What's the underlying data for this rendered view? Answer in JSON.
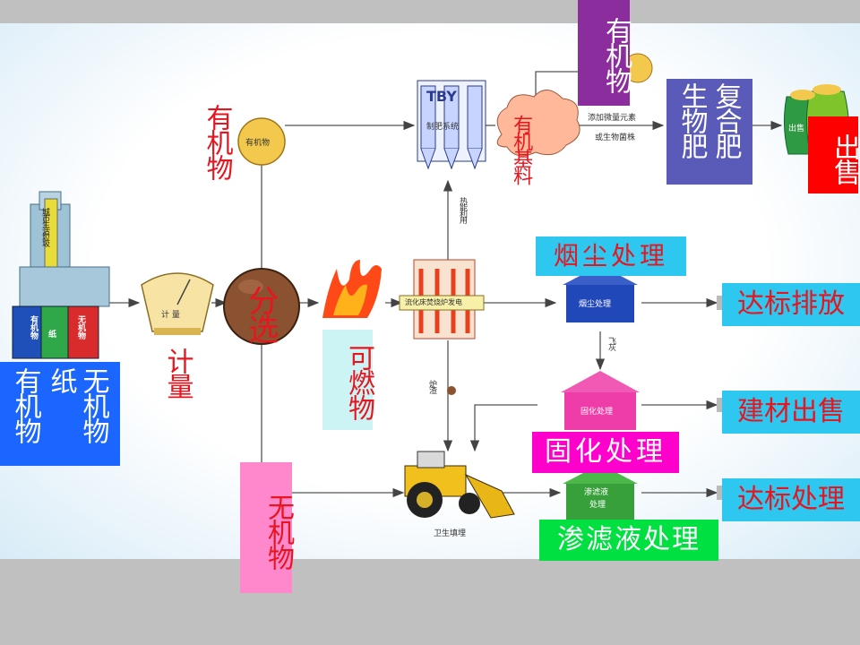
{
  "labels": {
    "top_organic": "有机物",
    "compound_fertilizer": "复合肥",
    "bio_fertilizer": "生物肥",
    "sale_top": "出售",
    "organic_left": "有机物",
    "organic_base": "有机基料",
    "smoke_treatment": "烟尘处理",
    "discharge_standard": "达标排放",
    "metering": "计量",
    "sorting": "分选",
    "combustible": "可燃物",
    "solidify_treatment": "固化处理",
    "building_material_sale": "建材出售",
    "leachate_treatment": "渗滤液处理",
    "standard_treatment": "达标处理",
    "inorganic": "无机物",
    "bin_organic": "有机物",
    "bin_paper": "纸",
    "bin_inorganic": "无机物"
  },
  "small_text": {
    "tower_sign": "城市生活垃圾",
    "bin_tag_organic": "有机物",
    "bin_tag_paper": "纸",
    "bin_tag_inorganic": "无机物",
    "scale_tag": "计 量",
    "organic_ball": "有机物",
    "tby": "TBY",
    "reactor_tag": "制肥系统",
    "additive_1": "添加微量元素",
    "additive_2": "或生物菌株",
    "bag_tag": "出售",
    "heat_use": "热能利用",
    "furnace_tag": "流化床焚烧炉发电",
    "smoke_house": "烟尘处理",
    "fly_ash": "飞灰",
    "slag": "炉渣",
    "solid_house": "固化处理",
    "leach_house_1": "渗滤液",
    "leach_house_2": "处理",
    "landfill": "卫生填埋"
  },
  "colors": {
    "red_text": "#e8141e",
    "purple_box": "#8b2d9c",
    "blue_purple_box": "#5a5ab8",
    "red_box": "#ff0000",
    "cyan_box": "#2ec7f0",
    "light_cyan_box": "#cdf4f4",
    "magenta_box": "#ff00cc",
    "pink_box": "#ff88cc",
    "green_box": "#00e040",
    "blue_box": "#1a66ff",
    "arrow": "#444444"
  }
}
